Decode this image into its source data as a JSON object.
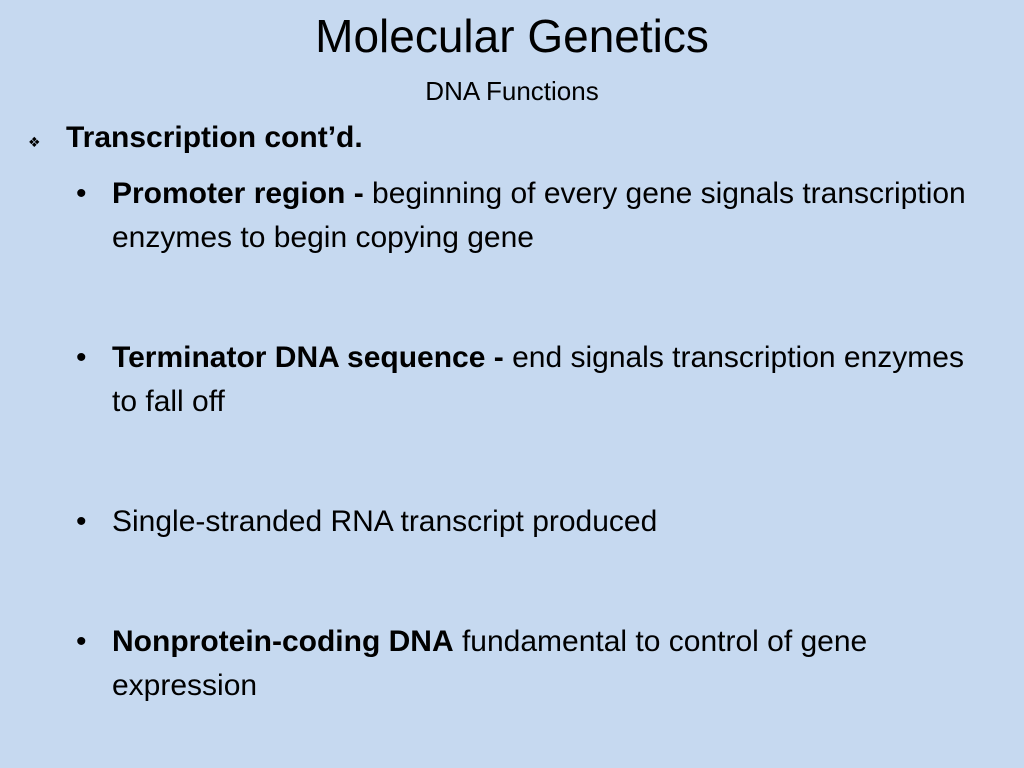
{
  "slide": {
    "title": "Molecular Genetics",
    "subtitle": "DNA Functions",
    "level1": {
      "icon": "diamond-bullet-icon",
      "text": "Transcription cont’d."
    },
    "bullets": [
      {
        "bold": "Promoter region - ",
        "text": "beginning of every gene signals transcription enzymes to begin copying gene"
      },
      {
        "bold": "Terminator DNA sequence - ",
        "text": "end signals transcription enzymes to fall off"
      },
      {
        "bold": "",
        "text": "Single-stranded RNA transcript produced"
      },
      {
        "bold": "Nonprotein-coding DNA",
        "text": " fundamental to control of gene expression"
      }
    ]
  }
}
